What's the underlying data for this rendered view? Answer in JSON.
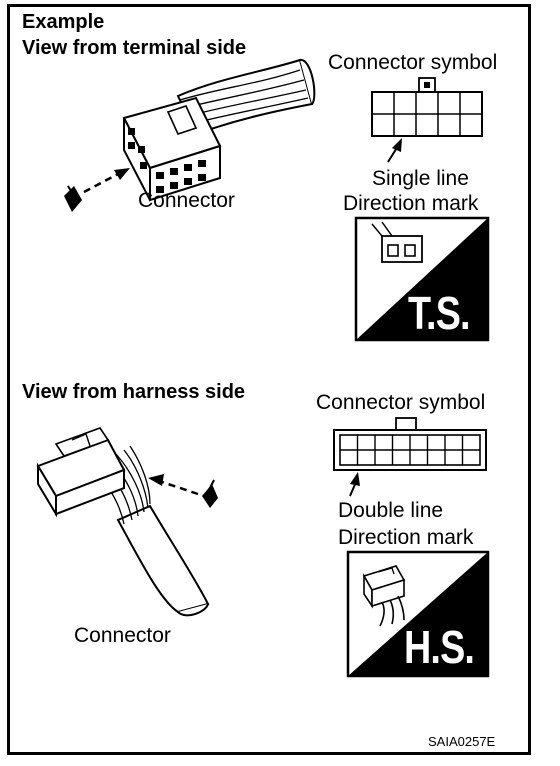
{
  "title": "Example",
  "terminal_side": {
    "heading": "View from terminal side",
    "connector_label": "Connector",
    "symbol_label": "Connector symbol",
    "line_type": "Single line",
    "direction_mark": "Direction mark",
    "badge": "T.S."
  },
  "harness_side": {
    "heading": "View from harness side",
    "connector_label": "Connector",
    "symbol_label": "Connector symbol",
    "line_type": "Double line",
    "direction_mark": "Direction mark",
    "badge": "H.S."
  },
  "figure_code": "SAIA0257E"
}
